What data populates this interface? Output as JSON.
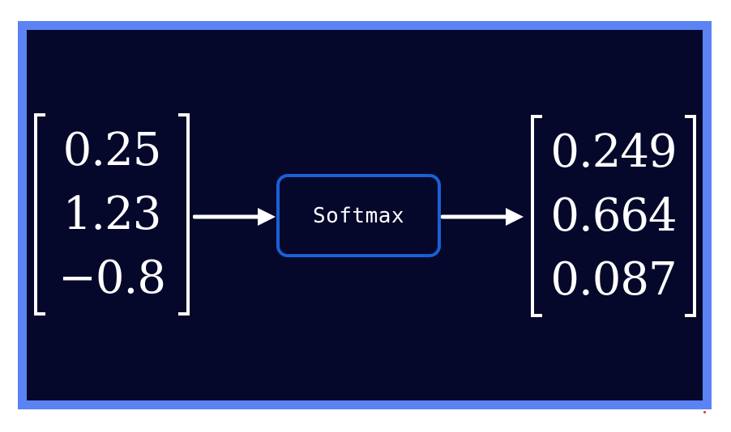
{
  "diagram": {
    "input_vector": [
      "0.25",
      "1.23",
      "−0.8"
    ],
    "operation_label": "Softmax",
    "output_vector": [
      "0.249",
      "0.664",
      "0.087"
    ]
  },
  "colors": {
    "frame_border": "#5b83f3",
    "background": "#05082b",
    "box_border": "#1b5fd6",
    "foreground": "#ffffff"
  }
}
